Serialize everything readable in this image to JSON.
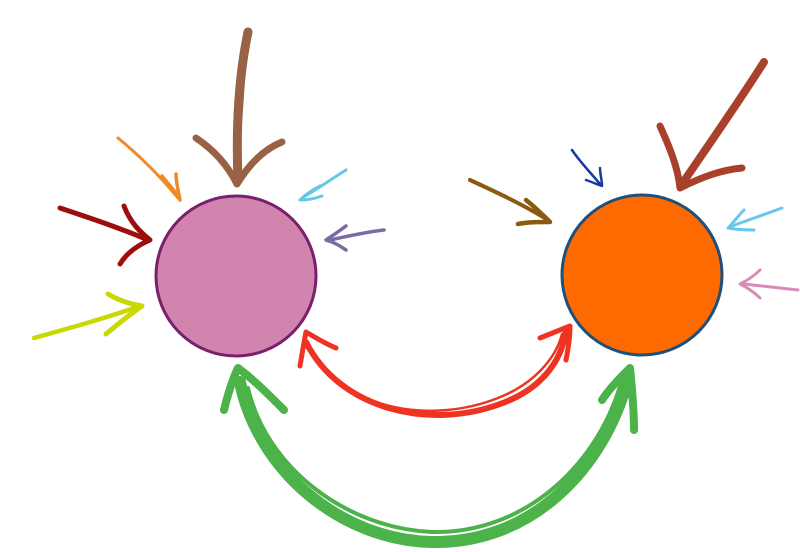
{
  "nodes": [
    {
      "id": "left",
      "fill": "#d084ae",
      "stroke": "#7a1f6e"
    },
    {
      "id": "right",
      "fill": "#ff6a00",
      "stroke": "#1f4f7a"
    }
  ],
  "connectors": [
    {
      "id": "red-link",
      "color": "#ee3322",
      "style": "double-headed"
    },
    {
      "id": "green-link",
      "color": "#4cb24a",
      "style": "double-headed"
    }
  ],
  "incoming_arrows_left": [
    {
      "color": "#9a6244",
      "size": "large"
    },
    {
      "color": "#f08a24",
      "size": "small"
    },
    {
      "color": "#9e0d0d",
      "size": "medium"
    },
    {
      "color": "#c8d800",
      "size": "medium"
    },
    {
      "color": "#66c8e8",
      "size": "small"
    },
    {
      "color": "#7a6aa8",
      "size": "small"
    }
  ],
  "incoming_arrows_right": [
    {
      "color": "#a8402a",
      "size": "large"
    },
    {
      "color": "#8a5a10",
      "size": "medium"
    },
    {
      "color": "#1a3aa0",
      "size": "small"
    },
    {
      "color": "#66c8e8",
      "size": "small"
    },
    {
      "color": "#d88ab8",
      "size": "small"
    }
  ]
}
